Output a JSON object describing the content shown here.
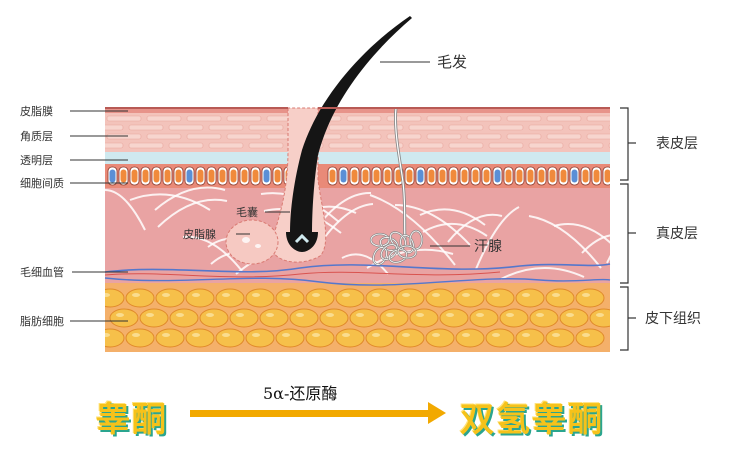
{
  "labels": {
    "hair": "毛发",
    "sebum_film": "皮脂膜",
    "stratum_corneum": "角质层",
    "stratum_lucidum": "透明层",
    "intercellular": "细胞间质",
    "follicle": "毛囊",
    "sebaceous_gland": "皮脂腺",
    "capillary": "毛细血管",
    "fat_cell": "脂肪细胞",
    "sweat_gland": "汗腺",
    "epidermis": "表皮层",
    "dermis": "真皮层",
    "subcutaneous": "皮下组织"
  },
  "conversion": {
    "from": "睾酮",
    "enzyme": "5α-还原酶",
    "to": "双氢睾酮"
  },
  "colors": {
    "accent_yellow": "#f6c21a",
    "accent_teal": "#2aa58f",
    "arrow_orange": "#f2a900"
  }
}
